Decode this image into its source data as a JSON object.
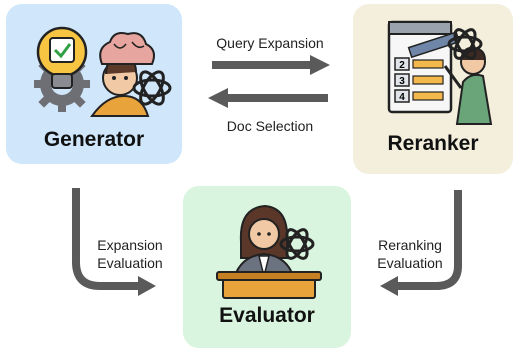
{
  "colors": {
    "generator_bg": "#cfe6fb",
    "reranker_bg": "#f3efdc",
    "evaluator_bg": "#daf5df",
    "arrow": "#5a5a5a"
  },
  "nodes": {
    "generator": {
      "title": "Generator",
      "icons": [
        "lightbulb-icon",
        "gear-icon",
        "person-icon",
        "brain-icon",
        "openai-logo-icon"
      ]
    },
    "reranker": {
      "title": "Reranker",
      "icons": [
        "ranking-board-icon",
        "person-icon",
        "openai-logo-icon"
      ]
    },
    "evaluator": {
      "title": "Evaluator",
      "icons": [
        "judge-person-icon",
        "podium-icon",
        "openai-logo-icon"
      ]
    }
  },
  "edges": {
    "query_expansion": {
      "label": "Query Expansion"
    },
    "doc_selection": {
      "label": "Doc Selection"
    },
    "expansion_evaluation": {
      "label_line1": "Expansion",
      "label_line2": "Evaluation"
    },
    "reranking_evaluation": {
      "label_line1": "Reranking",
      "label_line2": "Evaluation"
    }
  },
  "ranking_board": {
    "rows": [
      "2",
      "3",
      "4"
    ]
  }
}
